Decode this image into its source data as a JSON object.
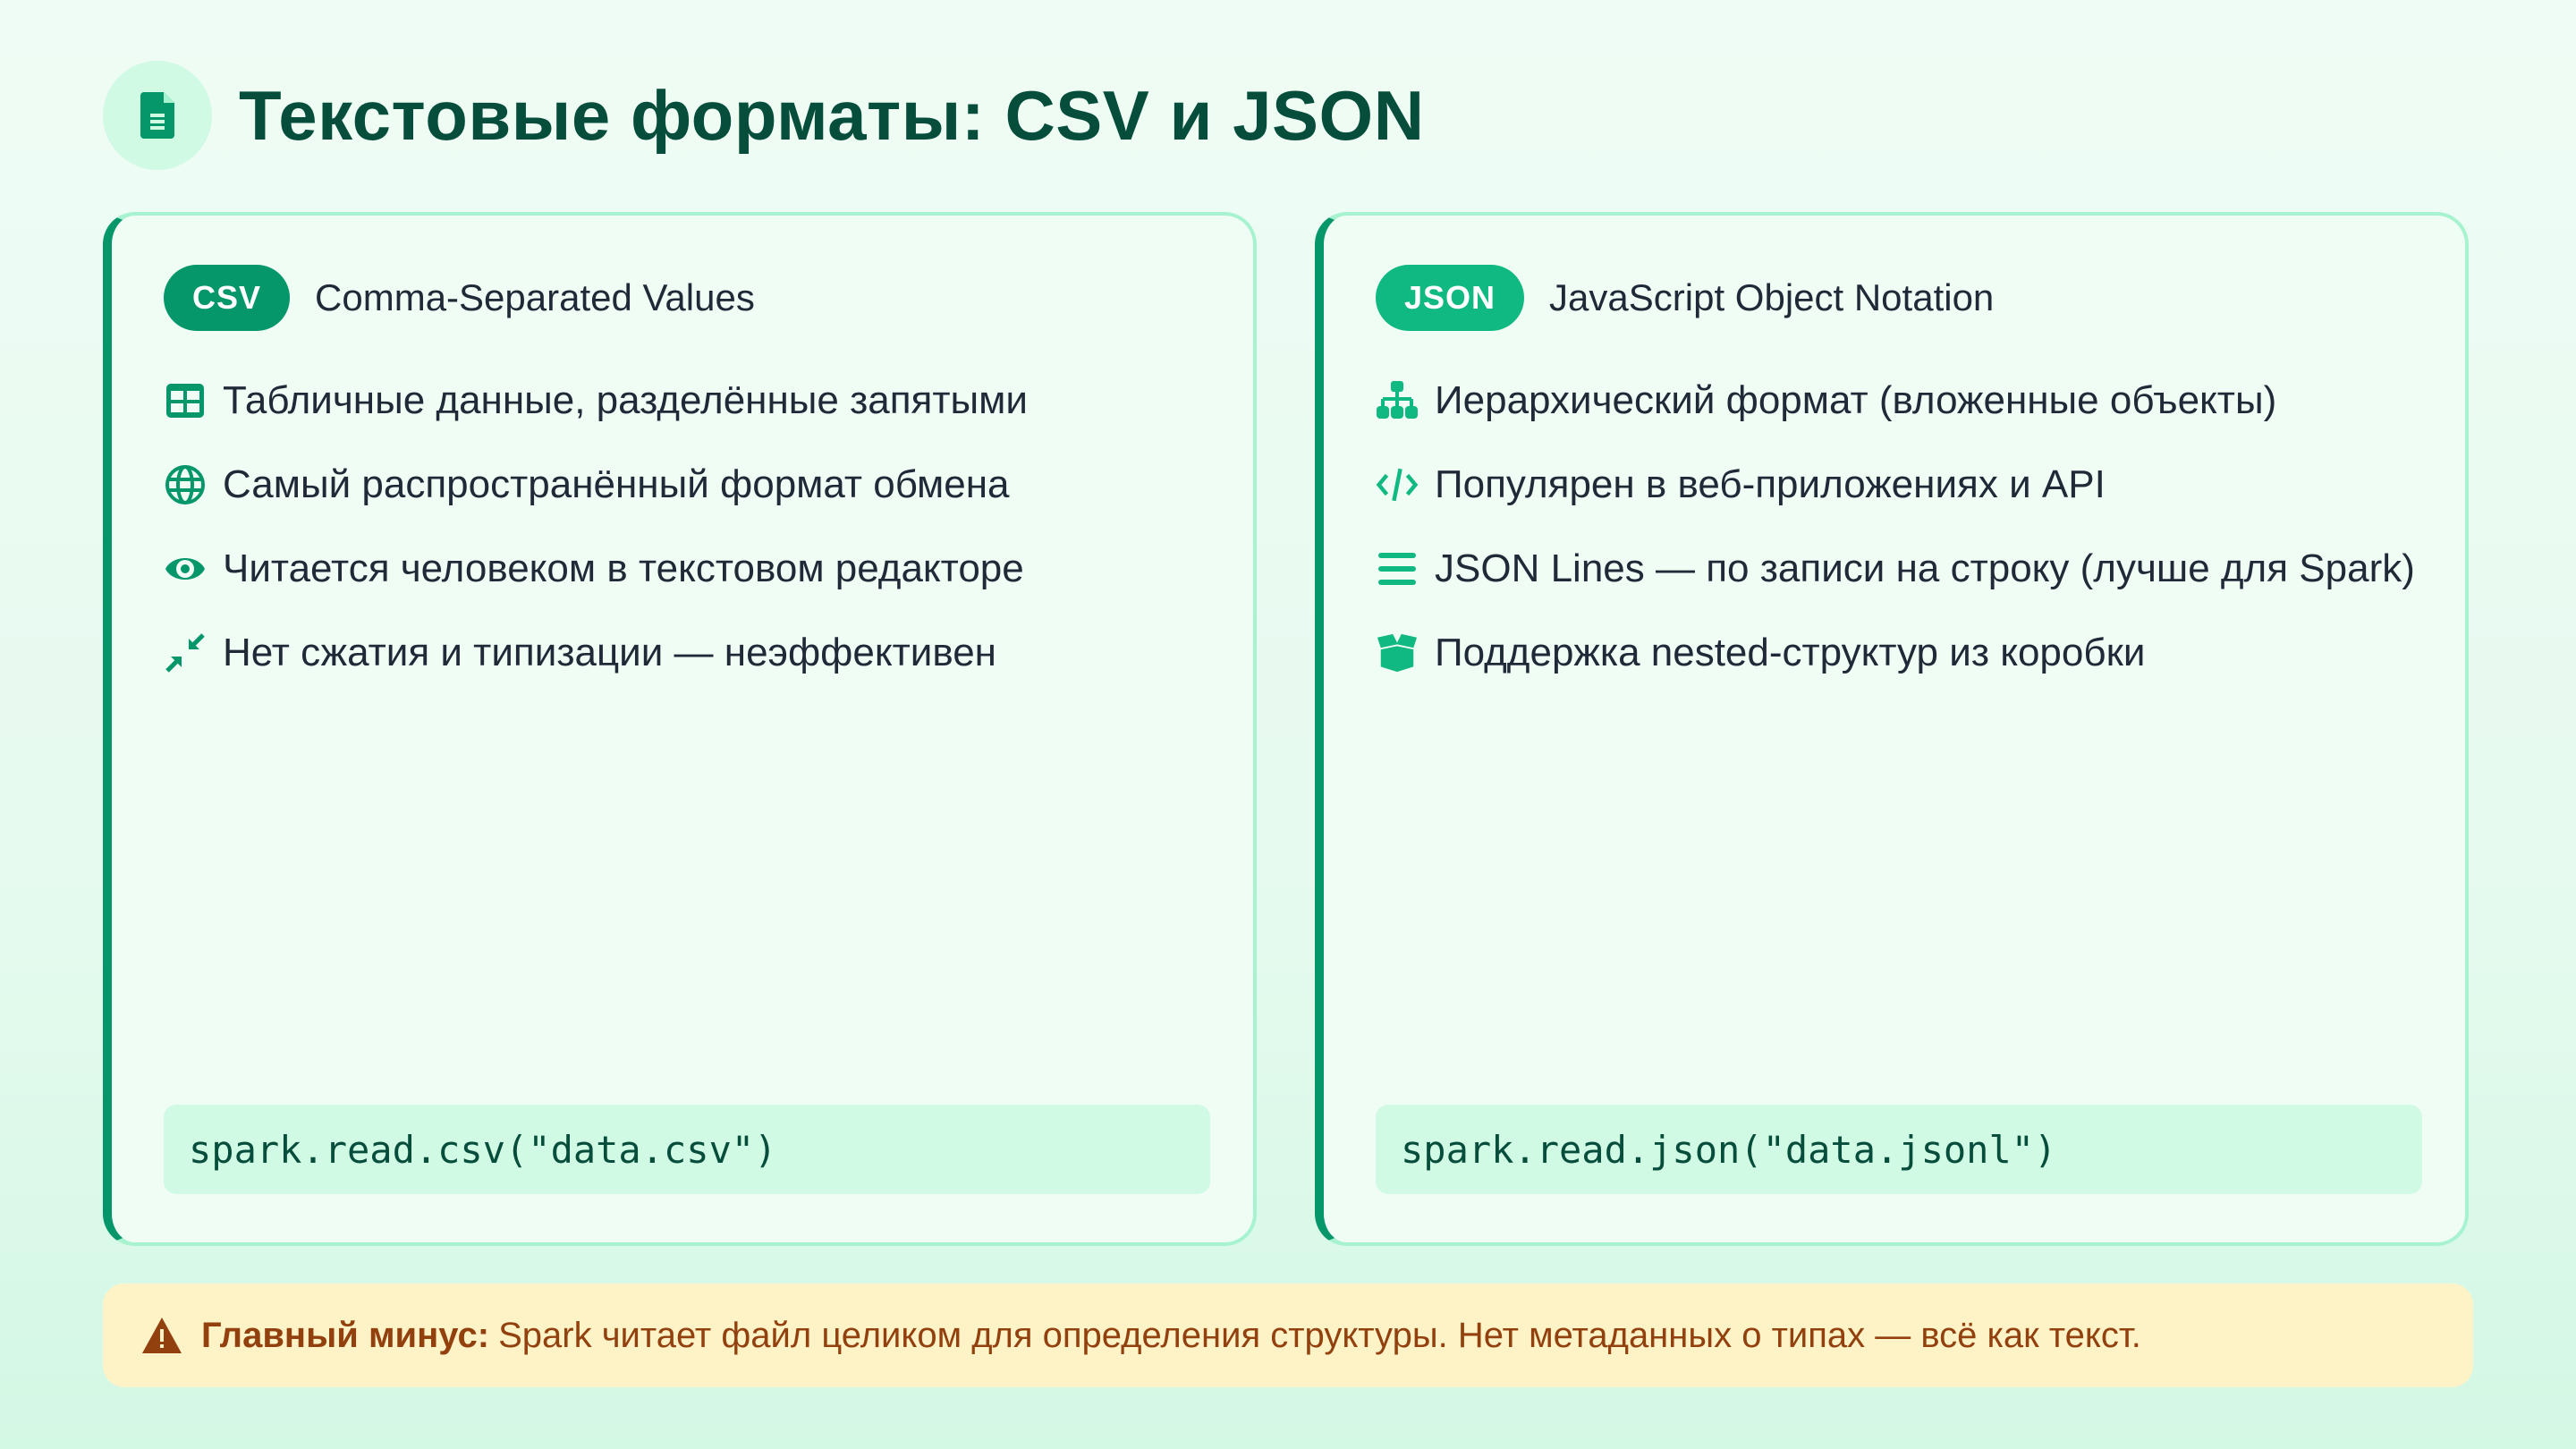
{
  "header": {
    "icon": "document-icon",
    "title": "Текстовые форматы: CSV и JSON"
  },
  "colors": {
    "title": "#064e3b",
    "accent_dark": "#059669",
    "accent_light": "#10b981",
    "code_bg": "#d1fae5",
    "warning_bg": "#fef3c7",
    "warning_text": "#92400e"
  },
  "cards": [
    {
      "badge": "CSV",
      "subtitle": "Comma-Separated Values",
      "items": [
        {
          "icon": "table-icon",
          "text": "Табличные данные, разделённые запятыми"
        },
        {
          "icon": "globe-icon",
          "text": "Самый распространённый формат обмена"
        },
        {
          "icon": "eye-icon",
          "text": "Читается человеком в текстовом редакторе"
        },
        {
          "icon": "compress-icon",
          "text": "Нет сжатия и типизации — неэффективен"
        }
      ],
      "code": "spark.read.csv(\"data.csv\")"
    },
    {
      "badge": "JSON",
      "subtitle": "JavaScript Object Notation",
      "items": [
        {
          "icon": "sitemap-icon",
          "text": "Иерархический формат (вложенные объекты)"
        },
        {
          "icon": "code-icon",
          "text": "Популярен в веб-приложениях и API"
        },
        {
          "icon": "lines-icon",
          "text": "JSON Lines — по записи на строку (лучше для Spark)"
        },
        {
          "icon": "box-open-icon",
          "text": "Поддержка nested-структур из коробки"
        }
      ],
      "code": "spark.read.json(\"data.jsonl\")"
    }
  ],
  "warning": {
    "icon": "warning-triangle-icon",
    "label": "Главный минус:",
    "text": "Spark читает файл целиком для определения структуры. Нет метаданных о типах — всё как текст."
  }
}
